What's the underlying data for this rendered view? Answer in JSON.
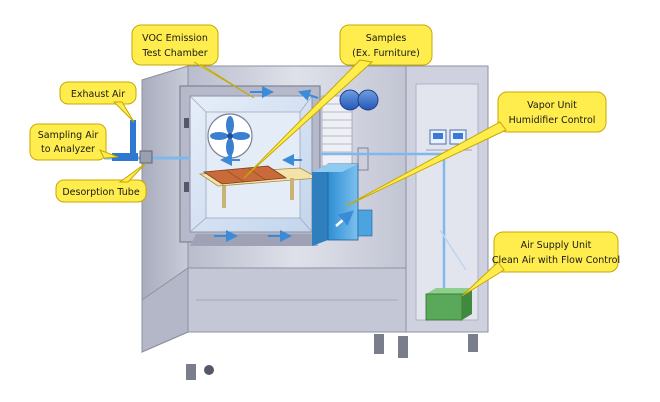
{
  "colors": {
    "callout_fill": "#ffec4d",
    "callout_stroke": "#c8a800",
    "cabinet": "#c9ccd8",
    "cabinet_dark": "#9ea2b4",
    "glass": "#d6e4f5",
    "airflow": "#3b8bd9",
    "vapor_unit": "#4ba3e0",
    "air_supply": "#5aa85a"
  },
  "callouts": {
    "voc_chamber": {
      "line1": "VOC Emission",
      "line2": "Test Chamber"
    },
    "samples": {
      "line1": "Samples",
      "line2": "(Ex. Furniture)"
    },
    "exhaust_air": {
      "line1": "Exhaust Air"
    },
    "sampling_air": {
      "line1": "Sampling Air",
      "line2": "to Analyzer"
    },
    "desorption_tube": {
      "line1": "Desorption Tube"
    },
    "vapor_unit": {
      "line1": "Vapor Unit",
      "line2": "Humidifier Control"
    },
    "air_supply": {
      "line1": "Air Supply Unit",
      "line2": "Clean Air with Flow Control"
    }
  }
}
